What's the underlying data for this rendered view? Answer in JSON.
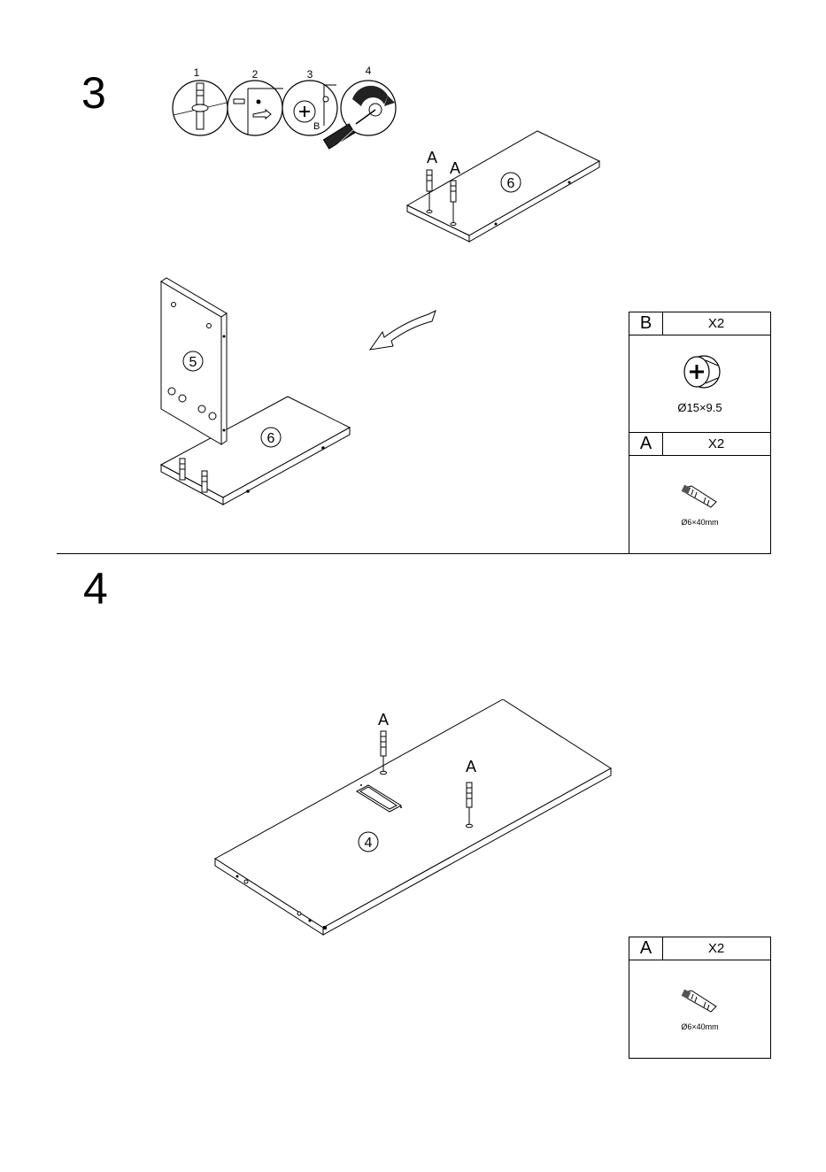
{
  "step3": {
    "number": "3",
    "substeps": [
      "1",
      "2",
      "3",
      "4"
    ],
    "substep3_part": "B",
    "panel_top_label": "6",
    "dowel_labels": [
      "A",
      "A"
    ],
    "panel_side_label": "5",
    "panel_bottom_label": "6"
  },
  "step4": {
    "number": "4",
    "panel_label": "4",
    "dowel_labels": [
      "A",
      "A"
    ]
  },
  "hardware": {
    "b_box": {
      "letter": "B",
      "qty": "X2",
      "size": "Ø15×9.5"
    },
    "a_box": {
      "letter": "A",
      "qty": "X2",
      "size": "Ø6×40mm"
    },
    "a_box_step4": {
      "letter": "A",
      "qty": "X2",
      "size": "Ø6×40mm"
    }
  }
}
